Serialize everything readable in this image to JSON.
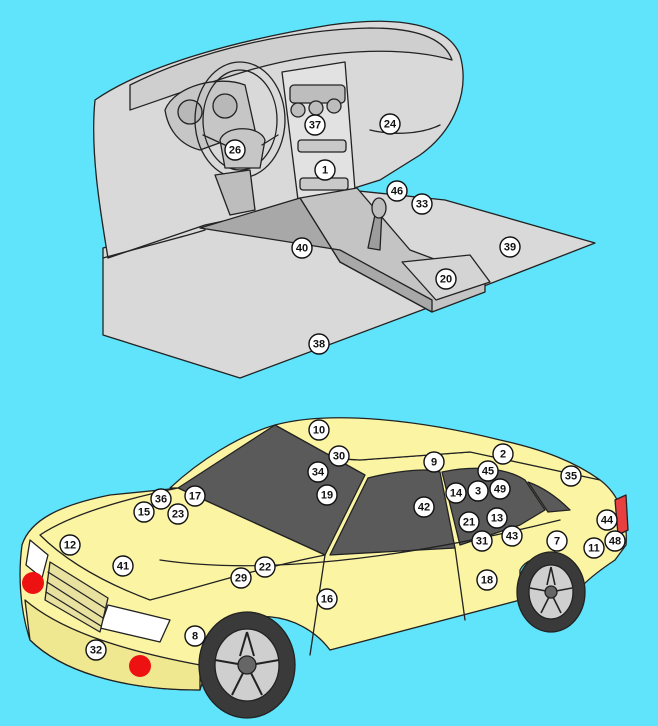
{
  "colors": {
    "background": "#5fe4fb",
    "interior": "#d9d9d9",
    "interior_dark": "#b8b8b8",
    "car_body": "#fbf5a3",
    "glass": "#5a5a5a",
    "tire": "#3a3a3a",
    "marker": "#ee1111"
  },
  "interior_callouts": [
    "24",
    "37",
    "26",
    "1",
    "46",
    "33",
    "40",
    "39",
    "20",
    "38"
  ],
  "car_callouts": [
    "10",
    "30",
    "2",
    "9",
    "34",
    "45",
    "35",
    "36",
    "17",
    "14",
    "3",
    "49",
    "15",
    "23",
    "19",
    "42",
    "44",
    "21",
    "13",
    "12",
    "43",
    "7",
    "48",
    "31",
    "11",
    "41",
    "22",
    "29",
    "18",
    "16",
    "8",
    "32"
  ],
  "red_markers": 2
}
